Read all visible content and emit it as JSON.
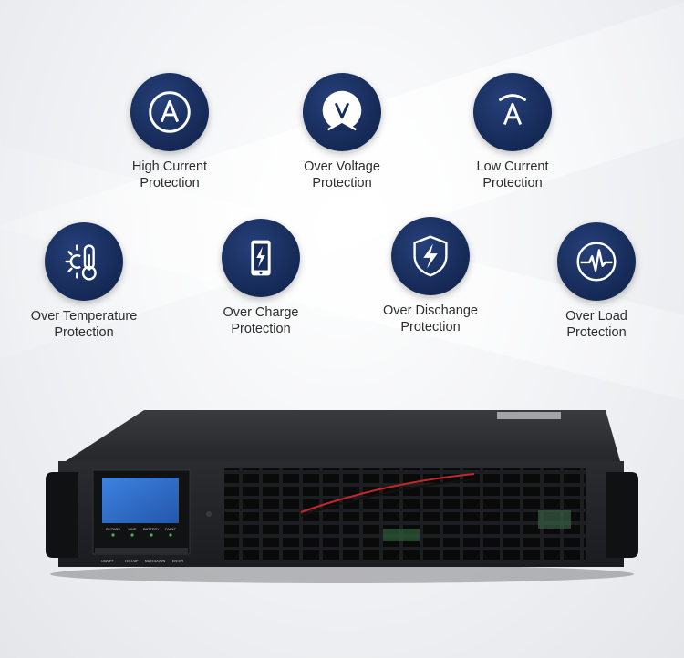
{
  "features": [
    {
      "icon": "ampere-icon",
      "line1": "High Current",
      "line2": "Protection"
    },
    {
      "icon": "voltage-icon",
      "line1": "Over Voltage",
      "line2": "Protection"
    },
    {
      "icon": "low-current-icon",
      "line1": "Low Current",
      "line2": "Protection"
    },
    {
      "icon": "thermometer-sun-icon",
      "line1": "Over Temperature",
      "line2": "Protection"
    },
    {
      "icon": "charging-phone-icon",
      "line1": "Over Charge",
      "line2": "Protection"
    },
    {
      "icon": "shield-lightning-icon",
      "line1": "Over Dischange",
      "line2": "Protection"
    },
    {
      "icon": "heartbeat-icon",
      "line1": "Over Load",
      "line2": "Protection"
    }
  ],
  "device": {
    "indicators": [
      "BYPASS",
      "LINE",
      "BATTERY",
      "FAULT"
    ],
    "buttons": [
      "ON/OFF",
      "TEST/UP",
      "MUTE/DOWN",
      "ENTER"
    ]
  },
  "colors": {
    "icon_circle": "#172c5a",
    "device_body": "#1e1f22",
    "lcd": "#2f6fd0"
  }
}
